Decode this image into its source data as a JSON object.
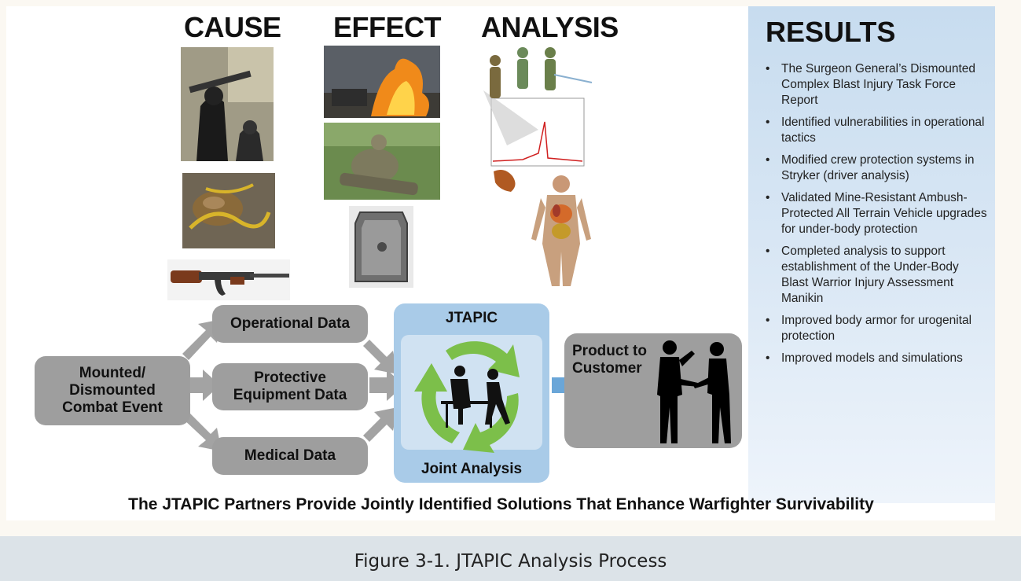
{
  "columns": {
    "cause": "CAUSE",
    "effect": "EFFECT",
    "analysis": "ANALYSIS"
  },
  "results": {
    "title": "RESULTS",
    "items": [
      "The Surgeon General’s Dismounted Complex Blast Injury Task Force Report",
      "Identified vulnerabilities in operational tactics",
      "Modified crew protection systems in Stryker (driver analysis)",
      "Validated Mine-Resistant Ambush-Protected All Terrain Vehicle upgrades for under-body protection",
      "Completed analysis to support establishment of the Under-Body Blast Warrior Injury Assessment Manikin",
      "Improved body armor for urogenital protection",
      "Improved models and simulations"
    ]
  },
  "flow": {
    "source": "Mounted/\nDismounted\nCombat Event",
    "operational": "Operational Data",
    "protective": "Protective\nEquipment Data",
    "medical": "Medical Data",
    "jtapic": "JTAPIC",
    "joint": "Joint Analysis",
    "product": "Product to\nCustomer"
  },
  "tagline": "The JTAPIC Partners Provide Jointly Identified Solutions That Enhance Warfighter Survivability",
  "caption": "Figure 3-1. JTAPIC Analysis Process",
  "colors": {
    "box_gray": "#9e9e9e",
    "arrow_gray": "#a3a3a3",
    "cycle_green": "#7cbf4a",
    "jtapic_blue": "#a9cbe8",
    "arrow_blue": "#6aa6d8"
  }
}
